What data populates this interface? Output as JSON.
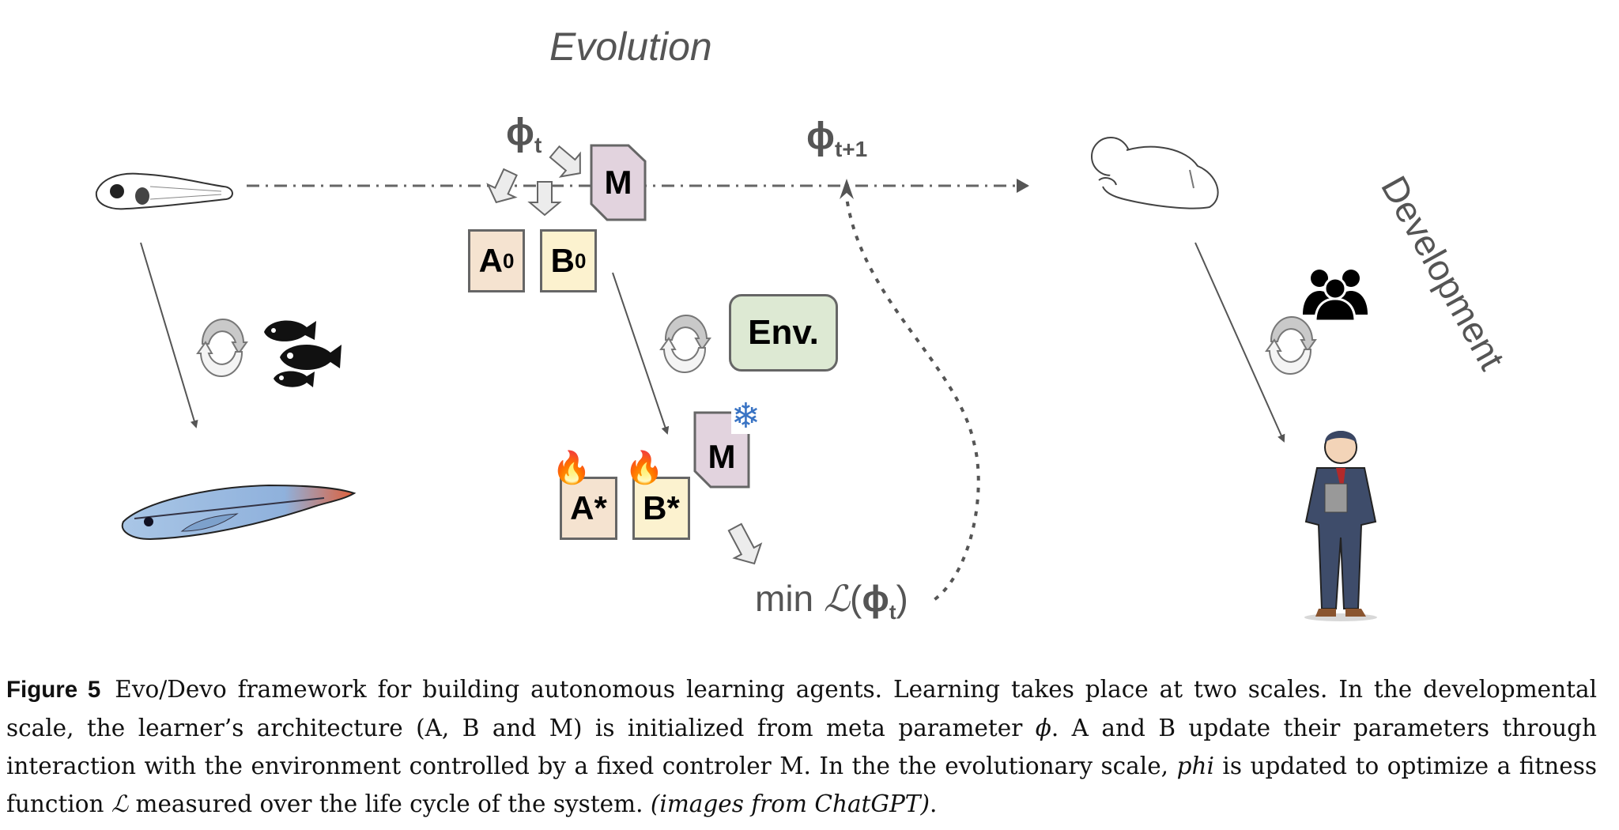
{
  "figure": {
    "titles": {
      "evolution": "Evolution",
      "development": "Development"
    },
    "math_labels": {
      "phi_t": {
        "base": "ϕ",
        "sub": "t"
      },
      "phi_t1": {
        "base": "ϕ",
        "sub": "t+1"
      },
      "min_loss": {
        "prefix": "min ",
        "loss": "ℒ",
        "open": "(",
        "phi": "ϕ",
        "sub": "t",
        "close": ")"
      }
    },
    "initial_blocks": {
      "a0": {
        "letter": "A",
        "sub": "0"
      },
      "b0": {
        "letter": "B",
        "sub": "0"
      },
      "m": {
        "letter": "M"
      }
    },
    "trained_blocks": {
      "a_star": {
        "label": "A*"
      },
      "b_star": {
        "label": "B*"
      },
      "m_frozen": {
        "label": "M"
      }
    },
    "environment": {
      "label": "Env."
    },
    "icons": {
      "flame": "🔥",
      "snowflake": "❄",
      "larva_fish": "larva-fish-illustration",
      "adult_fish": "adult-fish-illustration",
      "fish_school": "fish-school-icon",
      "baby": "sleeping-baby-illustration",
      "adult_man": "businessman-illustration",
      "people": "people-group-icon",
      "cycle": "cycle-arrows-icon"
    },
    "colors": {
      "box_a": "#f5e3d0",
      "box_b": "#fcf2cf",
      "box_m": "#e2d3de",
      "env": "#dde9d3",
      "label_gray": "#555555",
      "line_gray": "#666666",
      "block_arrow_fill": "#ececec"
    }
  },
  "caption": {
    "label": "Figure 5",
    "text_1": "Evo/Devo framework for building autonomous learning agents. Learning takes place at two scales. In the developmental scale, the learner’s architecture (A, B and M) is initialized from meta parameter ",
    "phi_symbol": "ϕ",
    "text_2": ". A and B update their parameters through interaction with the environment controlled by a fixed controler M. In the the evolutionary scale, ",
    "phi_word": "phi",
    "text_3": " is updated to optimize a fitness function ",
    "loss_symbol": "ℒ",
    "text_4": " measured over the life cycle of the system. ",
    "credit": "(images from ChatGPT)",
    "text_5": "."
  }
}
